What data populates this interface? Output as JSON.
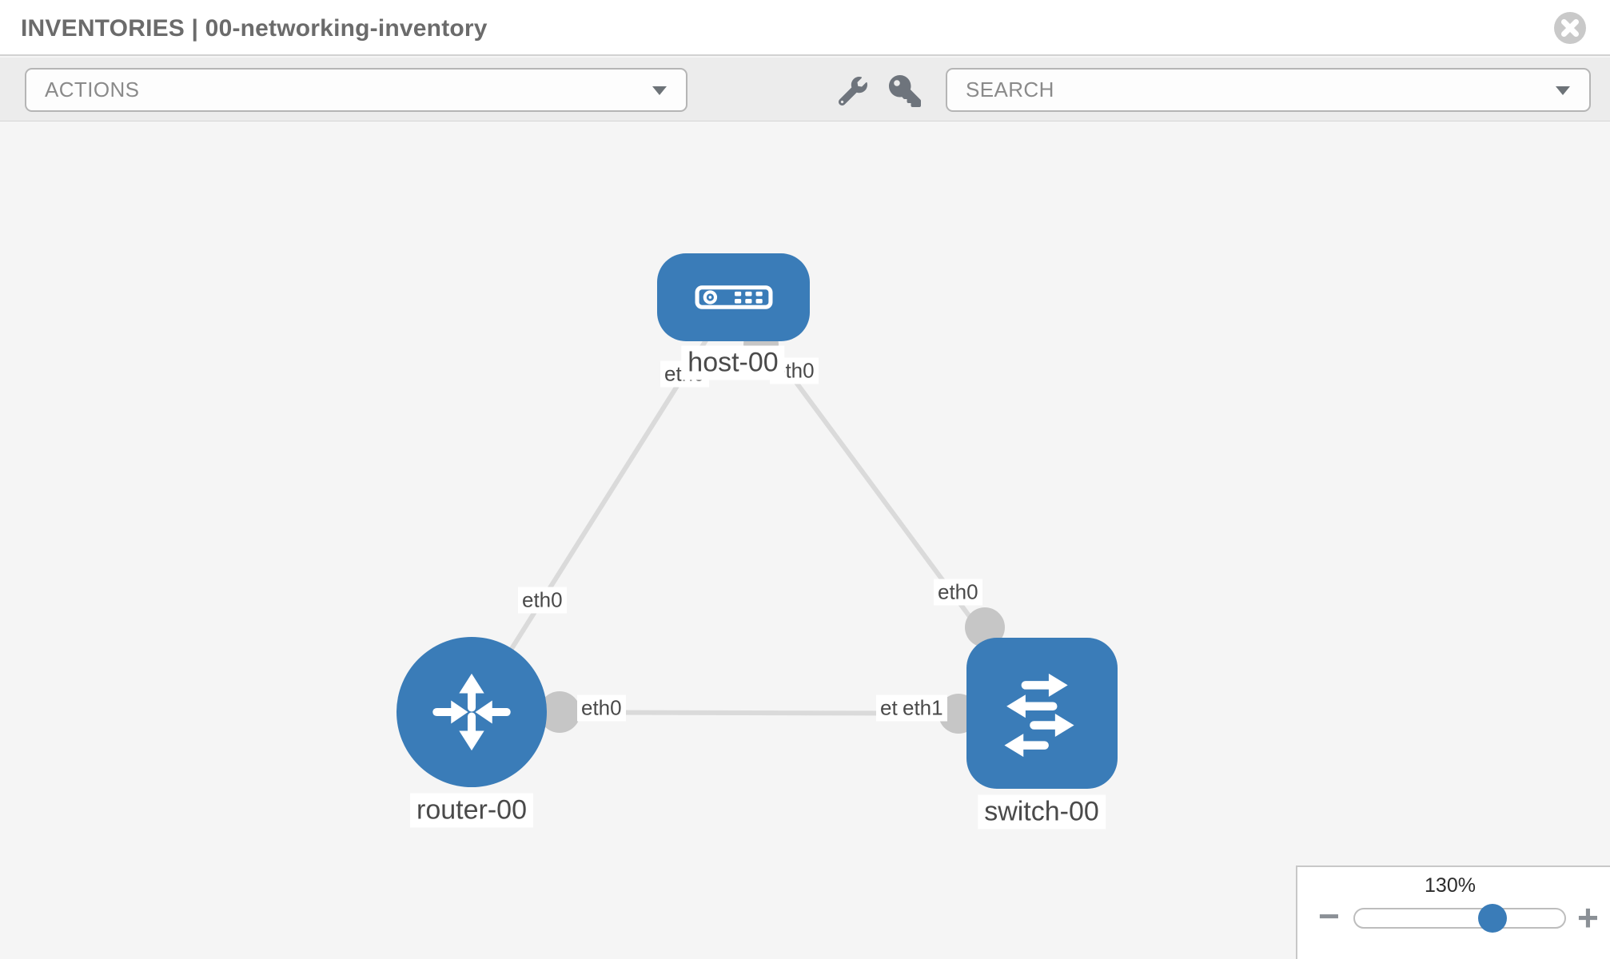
{
  "header": {
    "title": "INVENTORIES | 00-networking-inventory"
  },
  "toolbar": {
    "actions_label": "ACTIONS",
    "search_label": "SEARCH",
    "icons": [
      "wrench-icon",
      "key-icon"
    ]
  },
  "topology": {
    "node_labels": {
      "host": "host-00",
      "router": "router-00",
      "switch": "switch-00"
    },
    "port_labels": {
      "host_left": "eth0",
      "host_right": "eth0",
      "router_link_host": "eth0",
      "switch_link_host": "eth0",
      "router_link_switch": "eth0",
      "switch_link_router_under": "eth0",
      "switch_link_router_over": "eth1"
    },
    "links": [
      {
        "from": "host-00",
        "to": "router-00"
      },
      {
        "from": "host-00",
        "to": "switch-00"
      },
      {
        "from": "router-00",
        "to": "switch-00"
      }
    ]
  },
  "zoom_control": {
    "level": "130%",
    "minus_label": "−",
    "plus_label": "+"
  },
  "colors": {
    "node_fill": "#3a7cb8",
    "interface_dot": "#c6c6c6",
    "link": "#dadada",
    "toolbar_bg": "#ececec",
    "canvas_bg": "#f5f5f5",
    "close_circle": "#c9c9c9"
  }
}
